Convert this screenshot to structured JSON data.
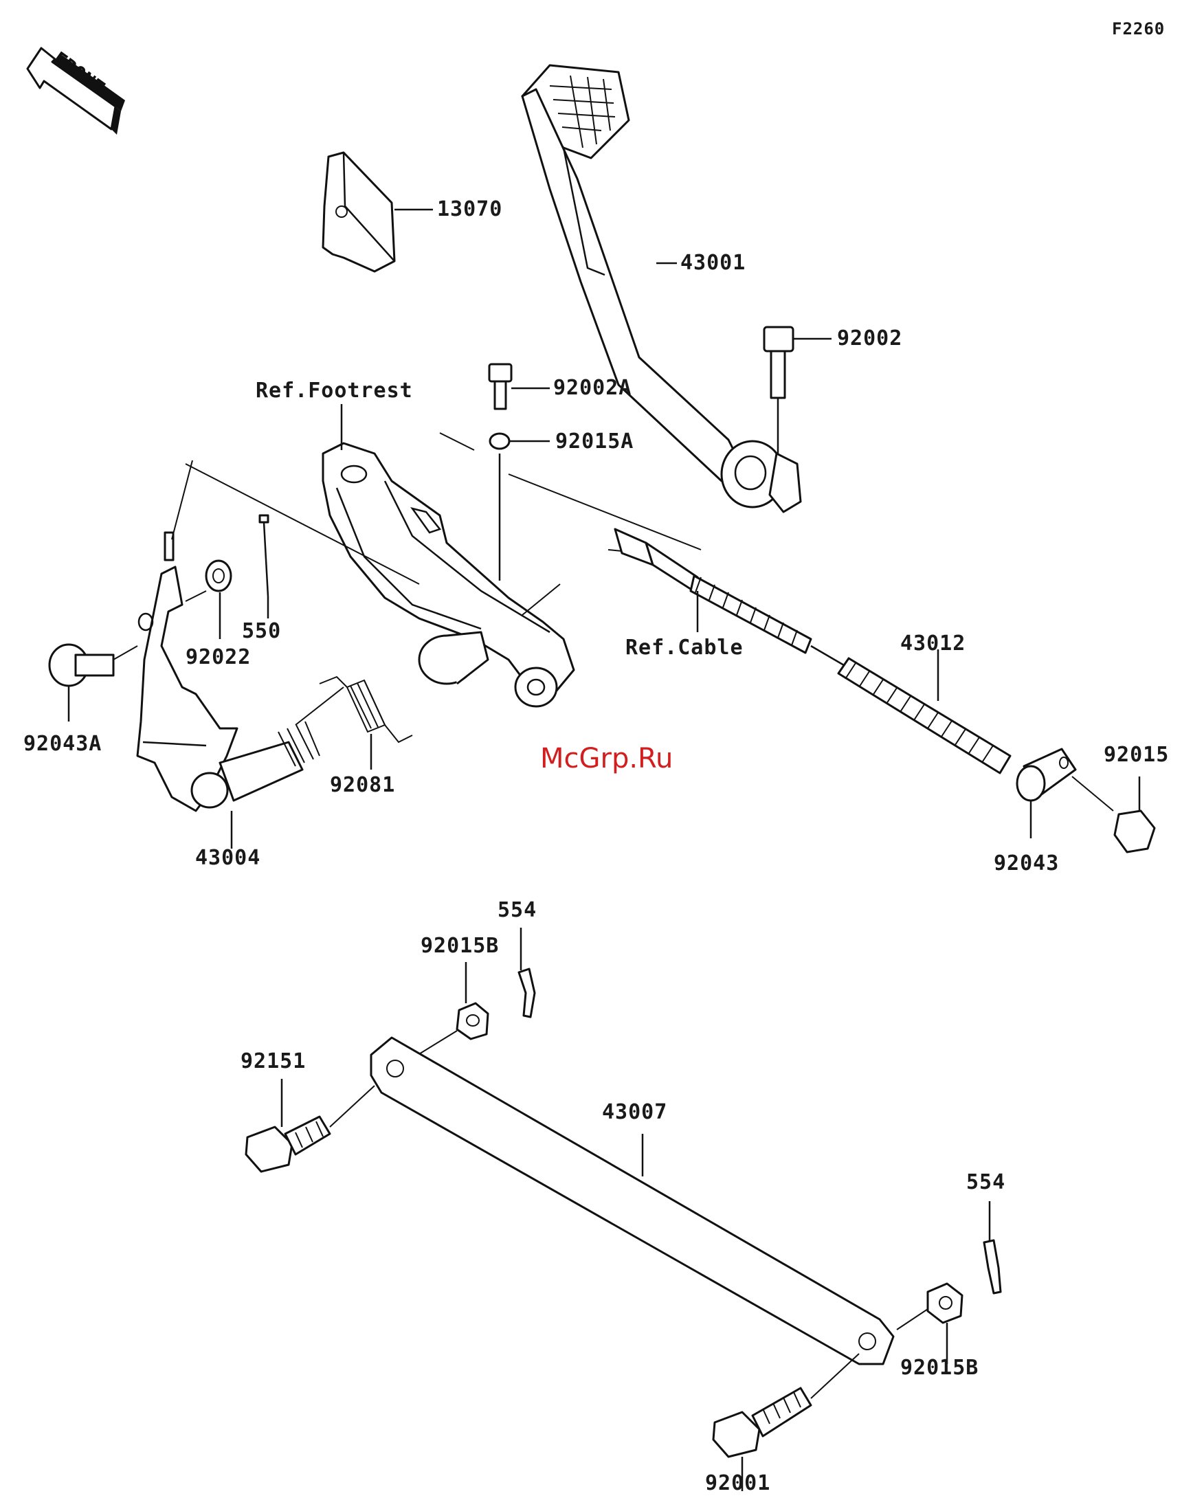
{
  "figure_code": "F2260",
  "front_arrow": {
    "icon": "front-direction-arrow-icon",
    "text": "FRONT"
  },
  "watermark": {
    "text": "McGrp.Ru",
    "color": "#d21e1e"
  },
  "labels": {
    "p13070": "13070",
    "p43001": "43001",
    "p92002": "92002",
    "p92002a": "92002A",
    "p92015a": "92015A",
    "ref_footrest": "Ref.Footrest",
    "ref_cable": "Ref.Cable",
    "p550": "550",
    "p92022": "92022",
    "p92043a": "92043A",
    "p92081": "92081",
    "p43004": "43004",
    "p43012": "43012",
    "p92015": "92015",
    "p92043": "92043",
    "p554_top": "554",
    "p92015b_top": "92015B",
    "p92151": "92151",
    "p43007": "43007",
    "p554_right": "554",
    "p92015b_bottom": "92015B",
    "p92001": "92001"
  }
}
